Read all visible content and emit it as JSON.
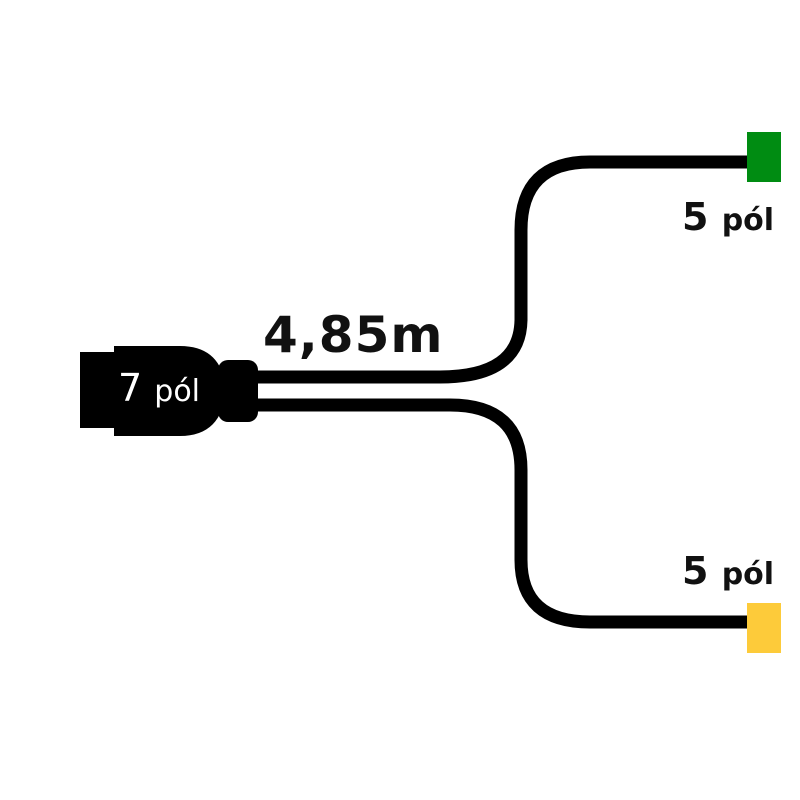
{
  "diagram": {
    "type": "cable-harness",
    "main_connector": {
      "label_num": "7",
      "label_unit": "pól",
      "color": "#000000"
    },
    "cable_length": "4,85m",
    "branches": [
      {
        "label_num": "5",
        "label_unit": "pól",
        "connector_color": "#008C12",
        "position": "top"
      },
      {
        "label_num": "5",
        "label_unit": "pól",
        "connector_color": "#FDCB3A",
        "position": "bottom"
      }
    ]
  }
}
